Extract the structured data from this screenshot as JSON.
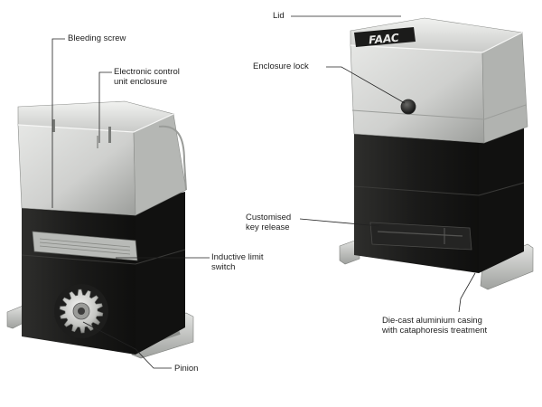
{
  "brand": "FAAC",
  "callouts": [
    {
      "id": "bleeding-screw",
      "line1": "Bleeding screw",
      "line2": ""
    },
    {
      "id": "electronic-control-unit-enclosure",
      "line1": "Electronic control",
      "line2": "unit enclosure"
    },
    {
      "id": "inductive-limit-switch",
      "line1": "Inductive limit",
      "line2": "switch"
    },
    {
      "id": "pinion",
      "line1": "Pinion",
      "line2": ""
    },
    {
      "id": "lid",
      "line1": "Lid",
      "line2": ""
    },
    {
      "id": "enclosure-lock",
      "line1": "Enclosure lock",
      "line2": ""
    },
    {
      "id": "customised-key-release",
      "line1": "Customised",
      "line2": "key release"
    },
    {
      "id": "die-cast-casing",
      "line1": "Die-cast aluminium casing",
      "line2": "with cataphoresis treatment"
    }
  ],
  "colors": {
    "cover_light": "#d9dad8",
    "cover_mid": "#b9bbb8",
    "cover_dark": "#8e908d",
    "body_black": "#1c1c1b",
    "body_dark": "#2b2b29",
    "metal_bracket": "#c8cac6",
    "leader_line": "#222222"
  }
}
